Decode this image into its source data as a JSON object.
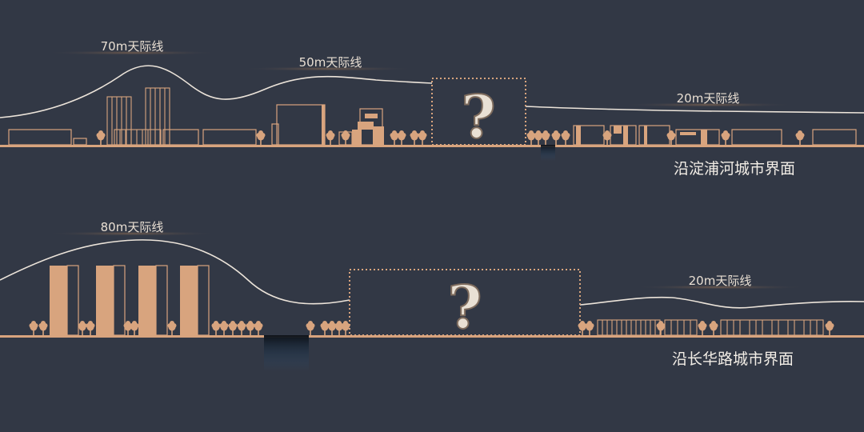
{
  "colors": {
    "background": "#323845",
    "building": "#d8a47e",
    "skyline_line": "#ece4da",
    "text": "#f2ede6",
    "water": "#2a4a68"
  },
  "upper_section": {
    "title": "沿淀浦河城市界面",
    "skyline_labels": [
      "70m天际线",
      "50m天际线",
      "20m天际线"
    ],
    "placeholder_symbol": "?"
  },
  "lower_section": {
    "title": "沿长华路城市界面",
    "skyline_labels": [
      "80m天际线",
      "20m天际线"
    ],
    "placeholder_symbol": "?"
  }
}
